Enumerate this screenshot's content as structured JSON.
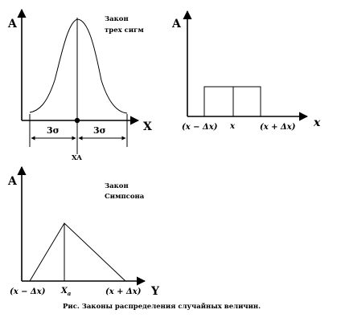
{
  "panel1": {
    "y_axis": "A",
    "x_axis": "X",
    "title_line1": "Закон",
    "title_line2": "трех сигм",
    "left_interval": "3σ",
    "right_interval": "3σ",
    "center_label": "XA"
  },
  "panel2": {
    "y_axis": "A",
    "x_axis": "x",
    "tick_left": "(x − Δx)",
    "tick_center": "x",
    "tick_right": "(x + Δx)"
  },
  "panel3": {
    "y_axis": "A",
    "x_axis": "Y",
    "title_line1": "Закон",
    "title_line2": "Симпсона",
    "tick_left": "(x − Δx)",
    "tick_center_base": "X",
    "tick_center_sub": "a",
    "tick_right": "(x + Δx)"
  },
  "caption": "Рис. Законы распределения случайных величин."
}
